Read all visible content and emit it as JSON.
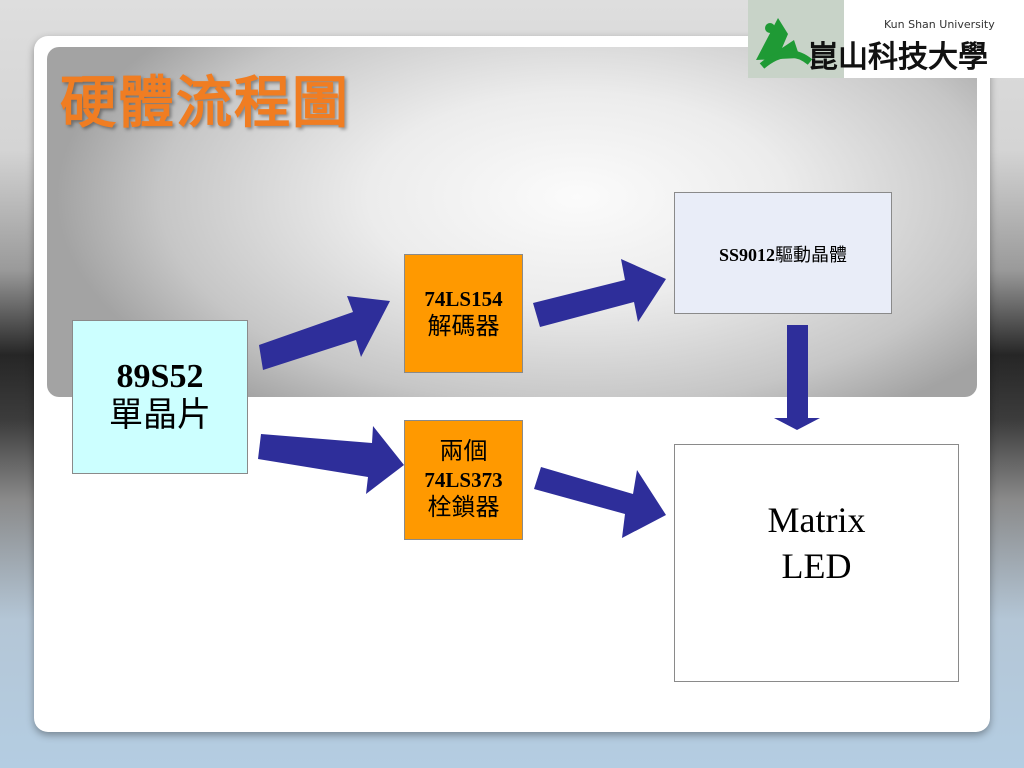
{
  "slide": {
    "title": "硬體流程圖"
  },
  "logo": {
    "name_en": "Kun Shan University",
    "name_zh": "崑山科技大學"
  },
  "diagram": {
    "mcu": {
      "line1": "89S52",
      "line2": "單晶片"
    },
    "decoder": {
      "line1": "74LS154",
      "line2": "解碼器"
    },
    "latch": {
      "line1": "兩個",
      "line2": "74LS373",
      "line3": "栓鎖器"
    },
    "driver": {
      "part": "SS9012",
      "desc": "驅動晶體"
    },
    "matrix": {
      "line1": "Matrix",
      "line2": "LED"
    },
    "arrow_color": "#2e2e9a",
    "box_colors": {
      "mcu": "#ccffff",
      "chip": "#ff9900",
      "driver": "#e9edf8",
      "matrix": "#ffffff"
    }
  }
}
